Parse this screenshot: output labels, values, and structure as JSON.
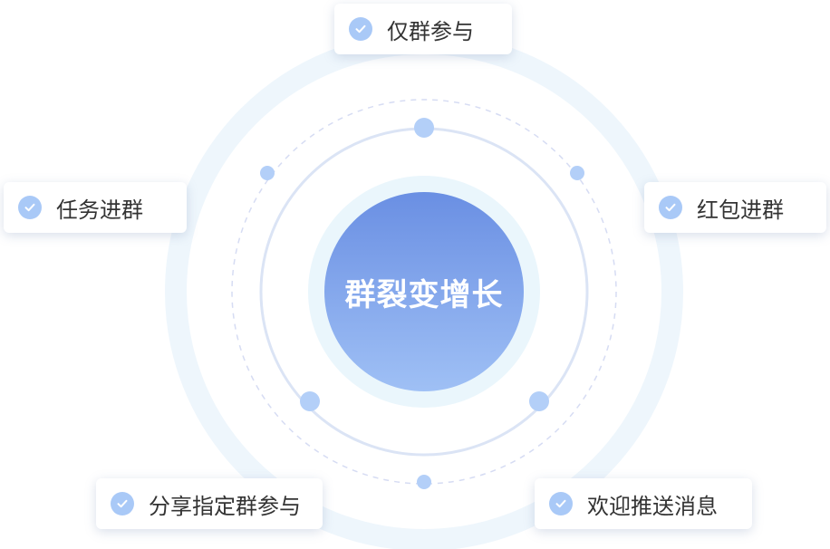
{
  "center": {
    "title": "群裂变增长"
  },
  "features": [
    {
      "label": "仅群参与",
      "icon": "check-circle-icon"
    },
    {
      "label": "任务进群",
      "icon": "check-circle-icon"
    },
    {
      "label": "红包进群",
      "icon": "check-circle-icon"
    },
    {
      "label": "分享指定群参与",
      "icon": "check-circle-icon"
    },
    {
      "label": "欢迎推送消息",
      "icon": "check-circle-icon"
    }
  ],
  "colors": {
    "center_gradient_top": "#6a8fe3",
    "center_gradient_bottom": "#9fc0f5",
    "check_badge": "#a9c9f7",
    "orbit_dot": "#b3cff8",
    "outer_ring": "#eef6fc",
    "text": "#333333"
  }
}
